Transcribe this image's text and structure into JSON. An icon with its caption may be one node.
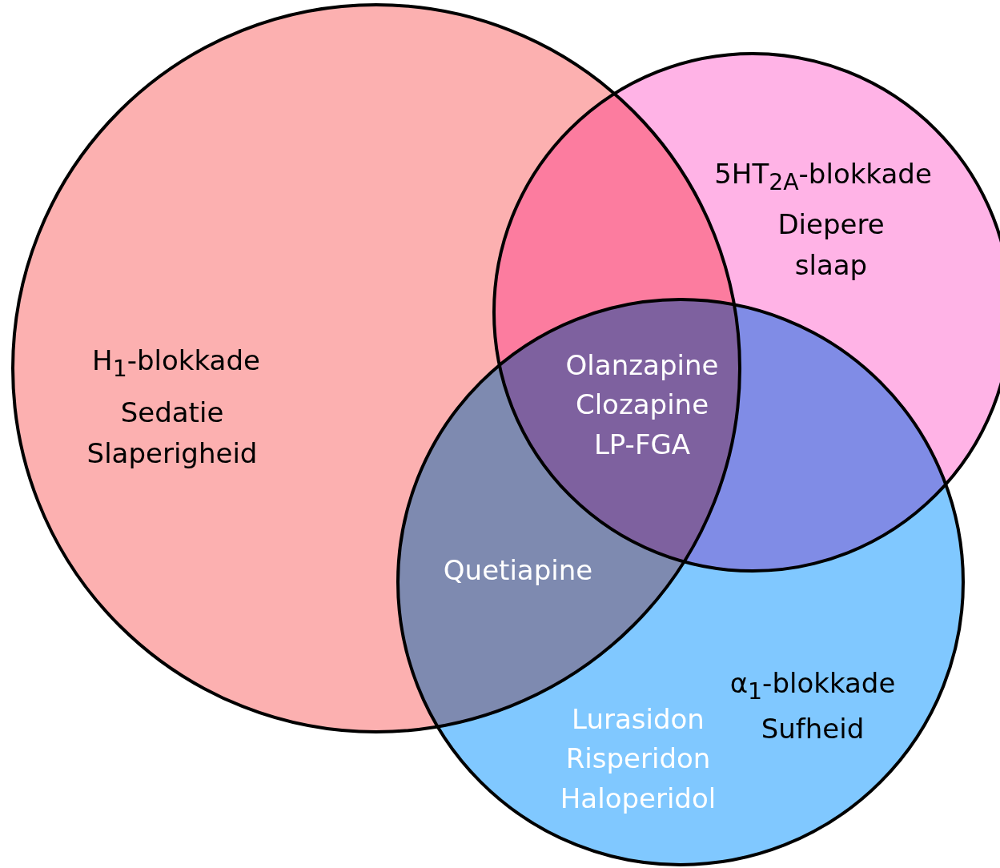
{
  "diagram": {
    "nodes": [
      {
        "text": [
          "H$_{1}$-blokkade",
          "Sedatie Slaperigheid"
        ]
      },
      {
        "text": [
          "5HT$_{2A}$-blokkade",
          "Diepere slaap"
        ]
      },
      {
        "text": [
          "α$_{1}$-blokkade",
          "Sufheid"
        ]
      }
    ],
    "labels": [
      "Olanzapine Clozapine LP-FGA",
      "Quetiapine",
      "Lurasidon Risperidon Haloperidol"
    ]
  }
}
